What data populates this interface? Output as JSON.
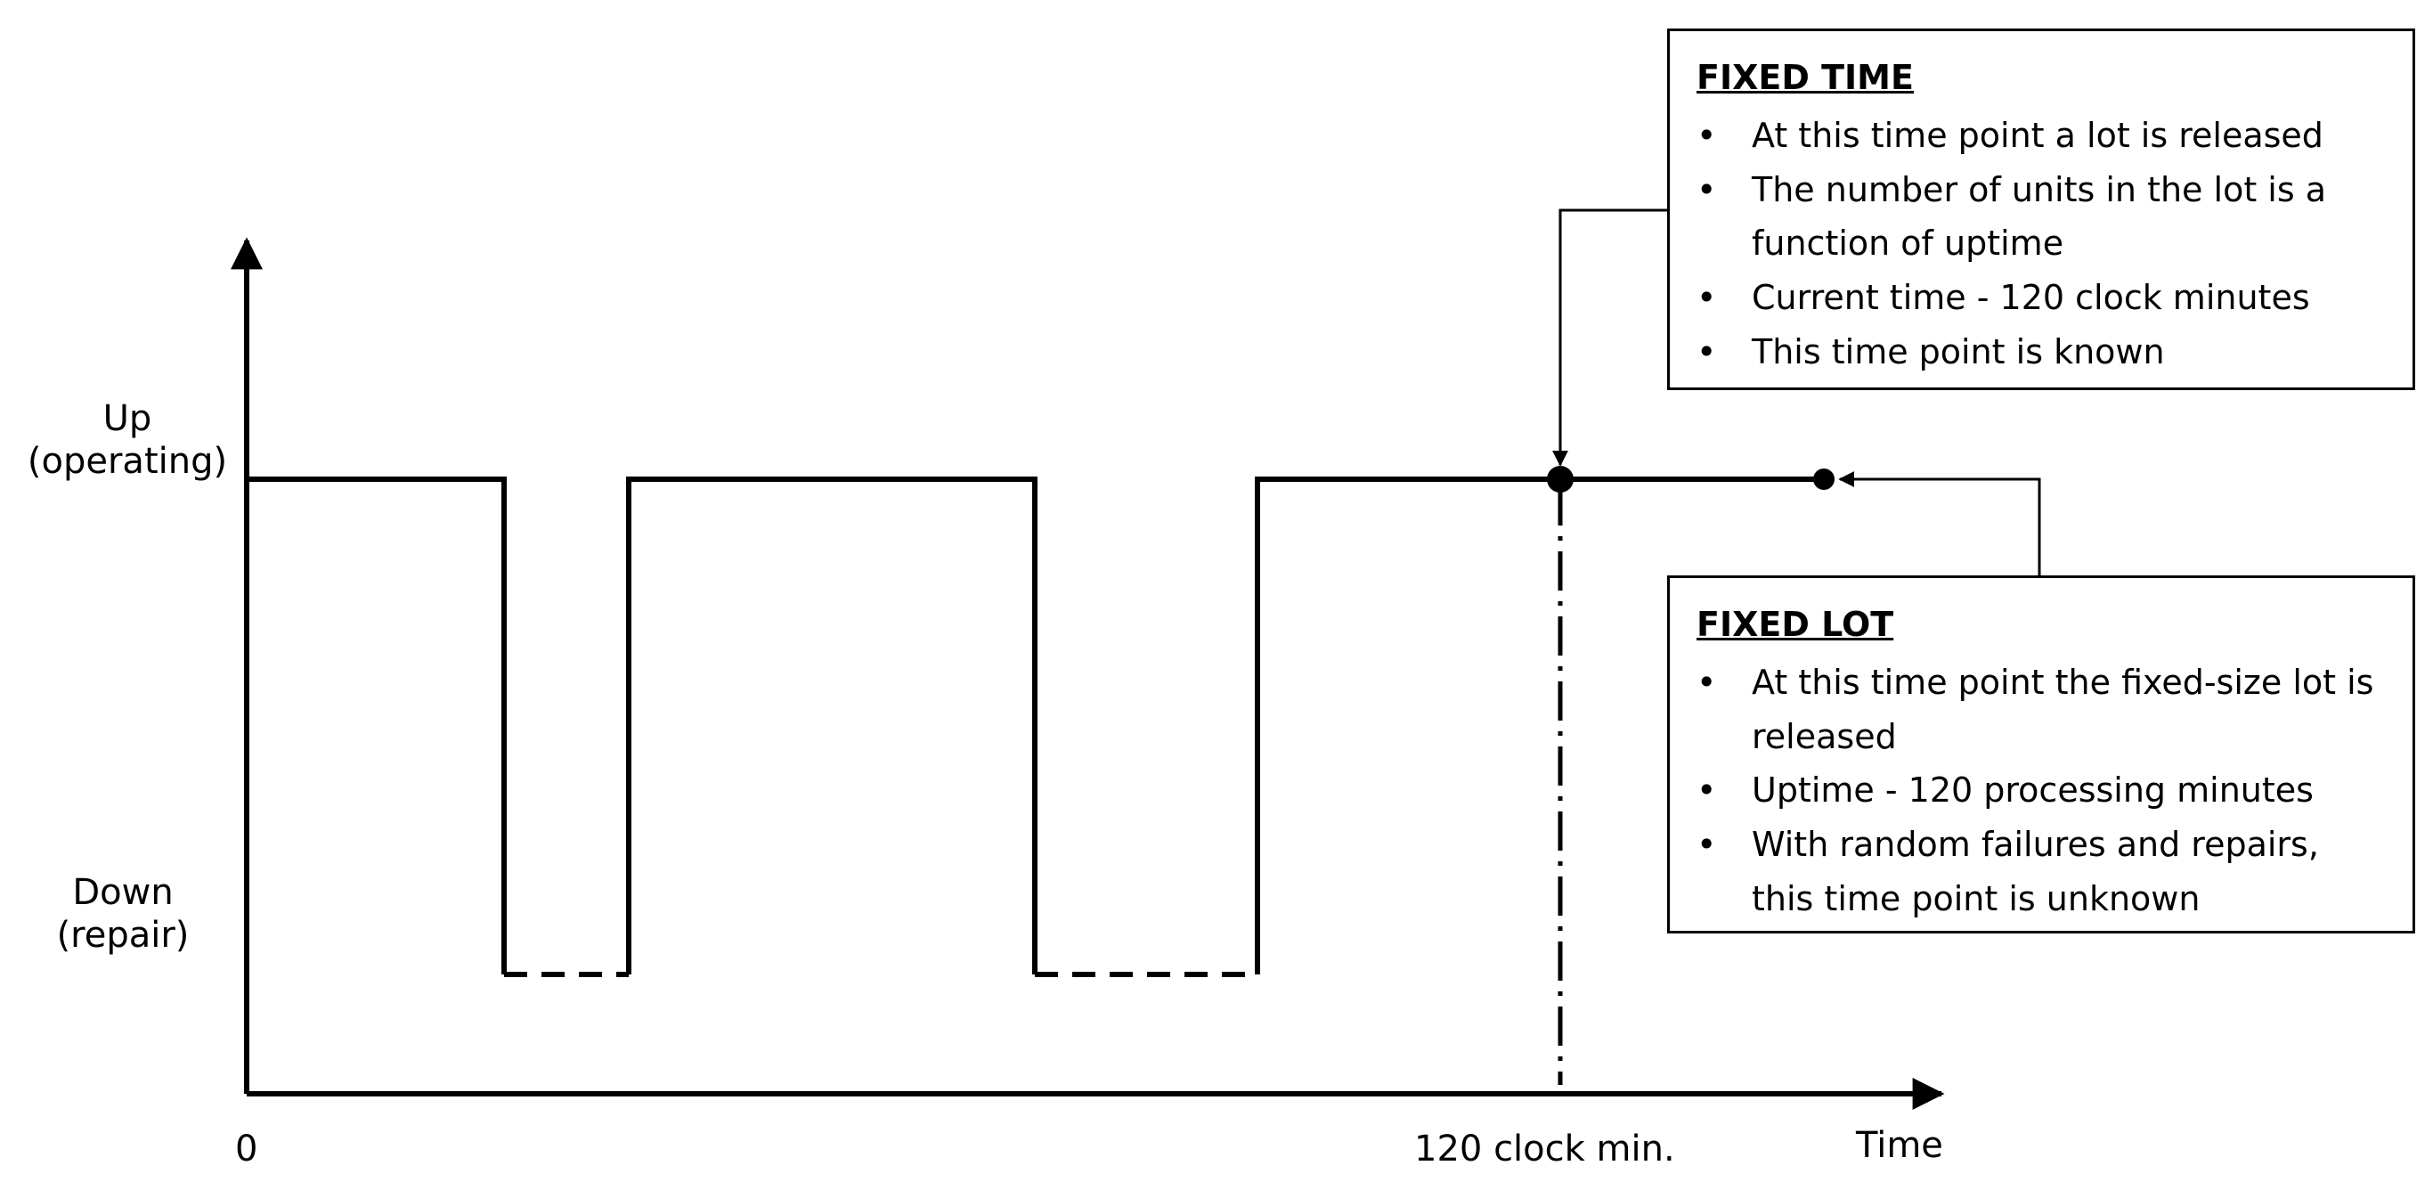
{
  "axes": {
    "y_up_label": "Up\n(operating)",
    "y_down_label": "Down\n(repair)",
    "x_origin_label": "0",
    "x_mark_label": "120 clock min.",
    "x_axis_label": "Time"
  },
  "callouts": {
    "fixed_time": {
      "title": "FIXED TIME",
      "bullets": [
        "At this time point a lot is released",
        "The number of units in the lot is a function of uptime",
        "Current time - 120 clock minutes",
        "This time point is known"
      ]
    },
    "fixed_lot": {
      "title": "FIXED LOT",
      "bullets": [
        "At this time point the fixed-size lot is released",
        "Uptime - 120 processing minutes",
        "With random failures and repairs, this time point is unknown"
      ]
    }
  }
}
